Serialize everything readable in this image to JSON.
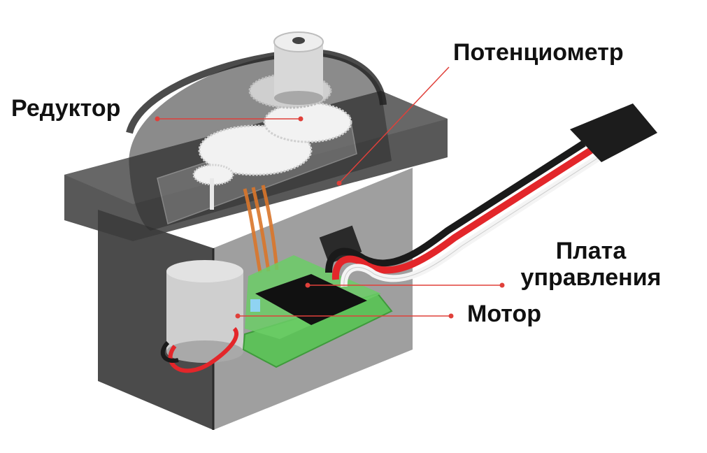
{
  "labels": {
    "gearbox": "Редуктор",
    "potentiometer": "Потенциометр",
    "control_board_line1": "Плата",
    "control_board_line2": "управления",
    "motor": "Мотор"
  },
  "colors": {
    "leader_line": "#e0403a",
    "case_dark": "#3a3a3a",
    "case_mid": "#5a5a5a",
    "pcb_green": "#5ec05a",
    "chip_black": "#111111",
    "wire_red": "#e3262a",
    "wire_white": "#f4f4f4",
    "wire_black": "#1a1a1a",
    "gear_white": "#f2f2f2",
    "motor_gray": "#cfcfcf",
    "label_text": "#111111"
  }
}
